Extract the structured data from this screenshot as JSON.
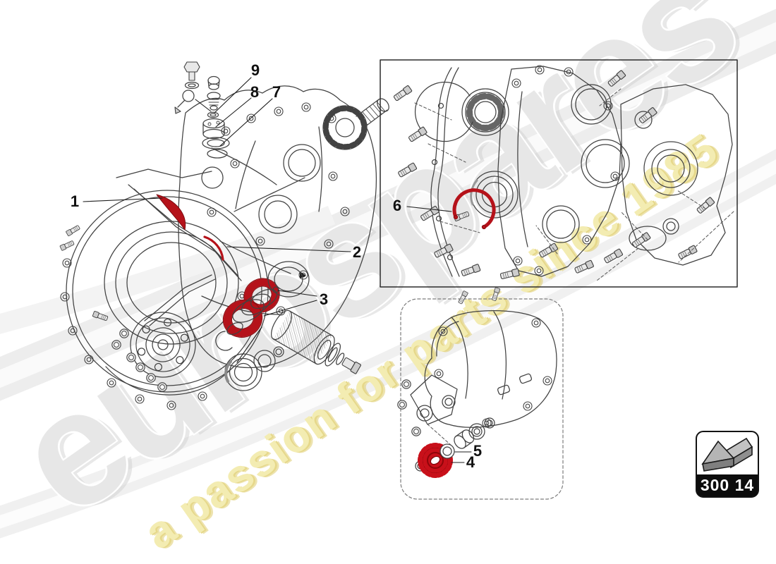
{
  "watermark": {
    "brand": "eurospares",
    "tagline": "a passion for parts since 1985",
    "brand_color": "#e7e7e7",
    "tagline_color": "#f3ecb2"
  },
  "badge": {
    "code": "300 14",
    "icon": "folded-arrow-icon"
  },
  "callouts": {
    "c1": "1",
    "c2": "2",
    "c3": "3",
    "c4": "4",
    "c5": "5",
    "c6": "6",
    "c7": "7",
    "c8": "8",
    "c9": "9"
  },
  "colors": {
    "highlight_red": "#b5121a",
    "sprocket_red": "#c8101a",
    "line_art": "#424242",
    "badge_bar": "#0c0c0c"
  }
}
